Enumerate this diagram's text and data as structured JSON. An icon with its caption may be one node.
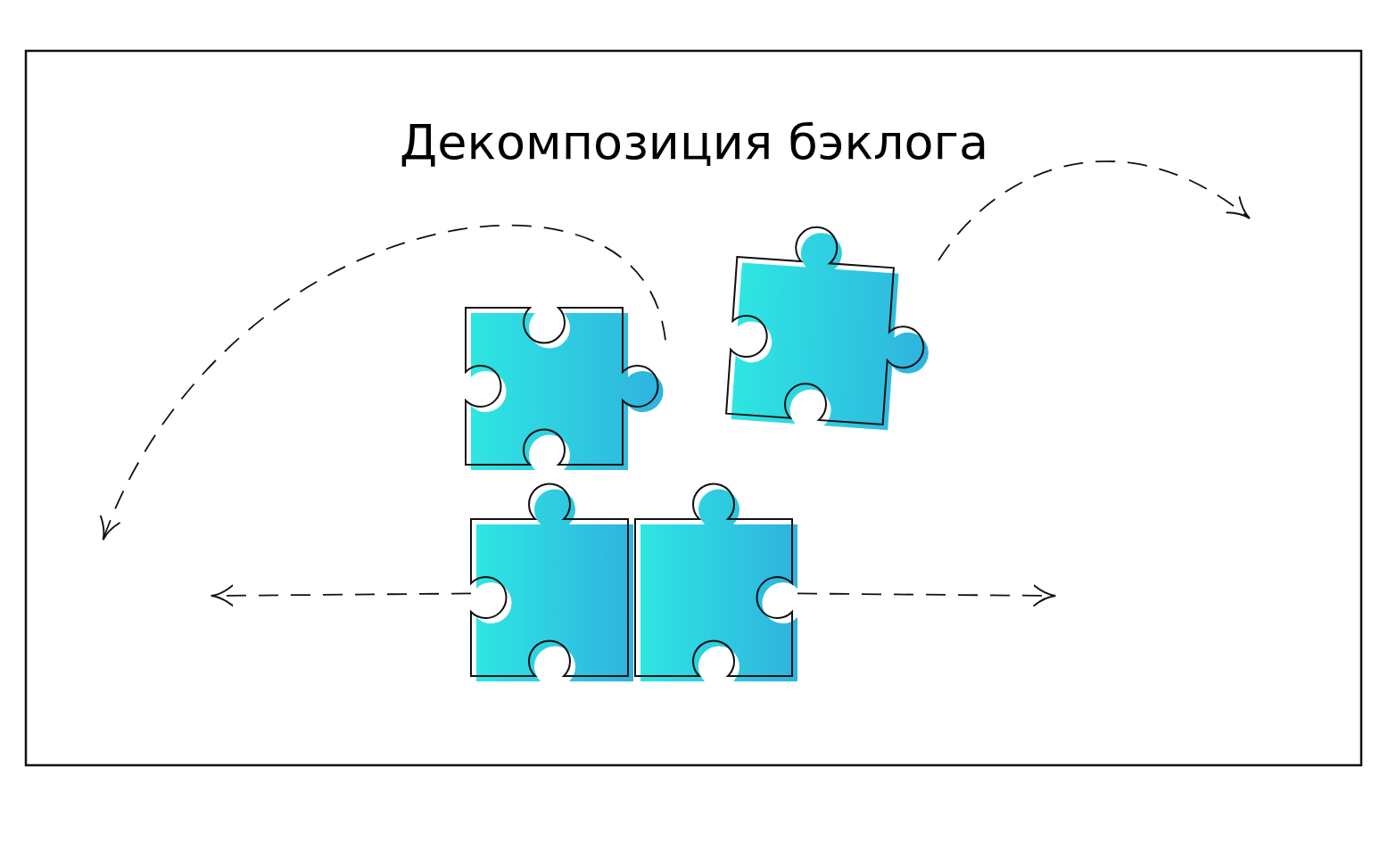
{
  "diagram": {
    "title": "Декомпозиция бэклога",
    "nodes": [
      {
        "text": [],
        "shape": "puzzle"
      },
      {
        "text": [],
        "shape": "puzzle"
      },
      {
        "text": [],
        "shape": "puzzle"
      },
      {
        "text": [],
        "shape": "puzzle"
      }
    ],
    "edges": [
      {
        "from": 0,
        "to": null,
        "arrow": "to",
        "style": "dashed"
      },
      {
        "from": 1,
        "to": null,
        "arrow": "to",
        "style": "dashed"
      },
      {
        "from": 2,
        "to": null,
        "arrow": "to",
        "style": "dashed"
      },
      {
        "from": 3,
        "to": null,
        "arrow": "to",
        "style": "dashed"
      }
    ]
  }
}
